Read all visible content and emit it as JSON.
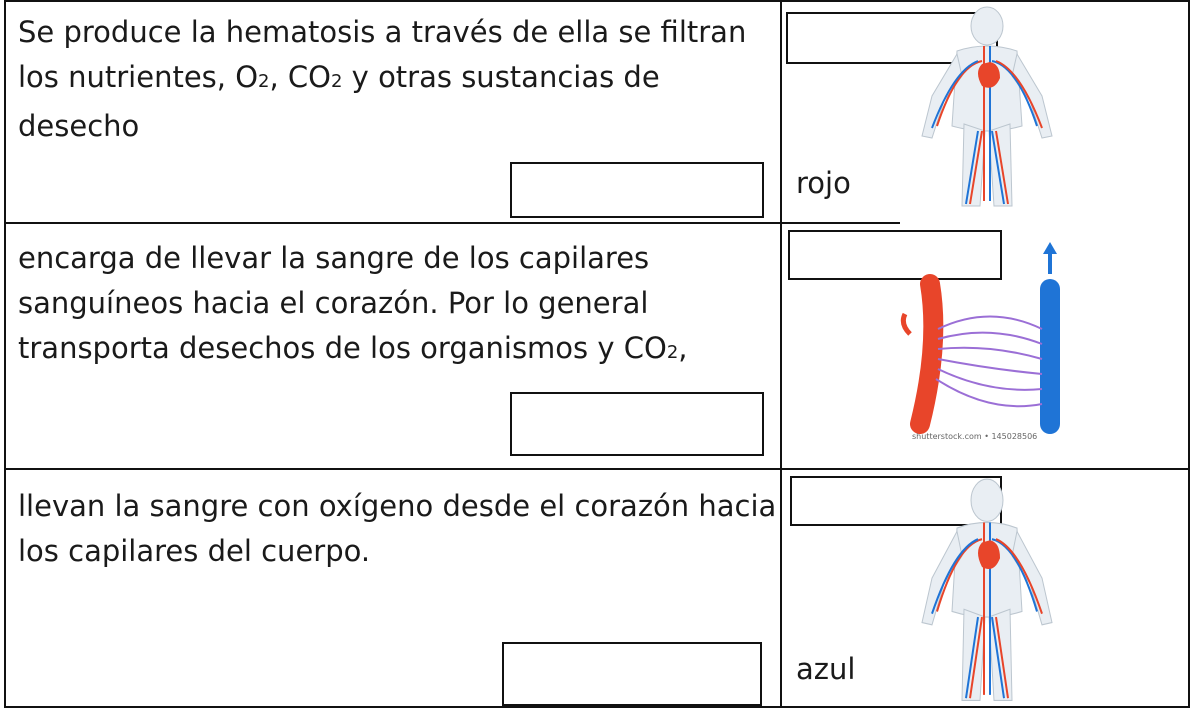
{
  "rows": [
    {
      "text_pre": "Se produce la hematosis a través de ella se filtran los nutrientes, O",
      "sub1": "2",
      "text_mid": ", CO",
      "sub2": "2",
      "text_post": " y otras sustancias de desecho",
      "color_label": "rojo",
      "figure_icon": "human-circulatory-system-figure"
    },
    {
      "text_pre": " encarga de llevar la sangre de los capilares sanguíneos hacia el corazón. Por lo general transporta desechos de los organismos y CO",
      "sub1": "2",
      "text_post": ",",
      "figure_icon": "capillary-network-figure",
      "caption": "shutterstock.com • 145028506"
    },
    {
      "text": "llevan la sangre con oxígeno desde el corazón hacia los capilares del cuerpo.",
      "color_label": "azul",
      "figure_icon": "human-circulatory-system-figure"
    }
  ],
  "colors": {
    "artery": "#e8452a",
    "vein": "#1f74d6",
    "capillary": "#9b6fd6",
    "border": "#111111"
  }
}
